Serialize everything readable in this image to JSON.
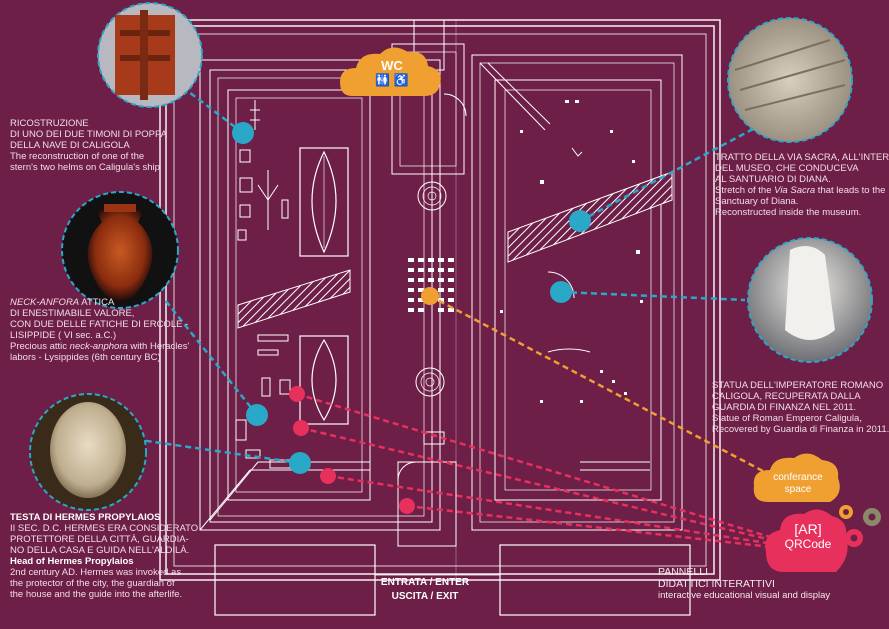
{
  "wc": {
    "label": "WC"
  },
  "entrance": {
    "line1": "ENTRATA / ENTER",
    "line2": "USCITA / EXIT"
  },
  "cloud_conference": {
    "line1": "conferance",
    "line2": "space"
  },
  "cloud_ar": {
    "line1": "[AR]",
    "line2": "QRCode"
  },
  "pannelli": {
    "line1": "PANNELLI",
    "line2": "DIDATTICI INTERATTIVI",
    "line3": "interactive educational visual and display"
  },
  "label_timoni": {
    "l1": "RICOSTRUZIONE",
    "l2": "DI UNO DEI DUE TIMONI DI POPPA",
    "l3": "DELLA NAVE DI CALIGOLA",
    "l4": "The reconstruction of one of the",
    "l5": "stern's two helms on Caligula's ship"
  },
  "label_anfora": {
    "l1a": "NECK-ANFORA",
    "l1b": " ATTICA",
    "l2": "DI ENESTIMABILE VALORE,",
    "l3": "CON DUE DELLE FATICHE DI ERCOLE -",
    "l4": "LISIPPIDE ( VI sec. a.C.)",
    "l5a": "Precious attic ",
    "l5b": "neck-anphora",
    "l5c": " with Heracles'",
    "l6": "labors -  Lysippides (6th century BC)"
  },
  "label_hermes": {
    "l1": "TESTA DI HERMES PROPYLAIOS",
    "l2": "II SEC. D.C. HERMES ERA CONSIDERATO",
    "l3": "PROTETTORE DELLA CITTÀ, GUARDIA-",
    "l4": "NO DELLA CASA E GUIDA NELL'ALDILÀ.",
    "l5": "Head of Hermes Propylaios",
    "l6": "2nd century AD. Hermes was invoked as",
    "l7": "the protector of the city,  the guardian of",
    "l8": "the house and the guide into the afterlife."
  },
  "label_via": {
    "l1": "TRATTO DELLA VIA SACRA,  ALL'INTERNO",
    "l2": "DEL MUSEO, CHE CONDUCEVA",
    "l3": "AL SANTUARIO DI DIANA.",
    "l4a": "Stretch of the ",
    "l4b": "Via Sacra",
    "l4c": " that leads to the",
    "l5": "Sanctuary of Diana.",
    "l6": "Reconstructed inside the museum."
  },
  "label_statua": {
    "l1": "STATUA DELL'IMPERATORE ROMANO",
    "l2": "CALIGOLA, RECUPERATA DALLA",
    "l3": "GUARDIA DI FINANZA NEL 2011.",
    "l4": "Statue of Roman Emperor Caligula,",
    "l5": "Recovered by Guardia di Finanza in 2011."
  }
}
